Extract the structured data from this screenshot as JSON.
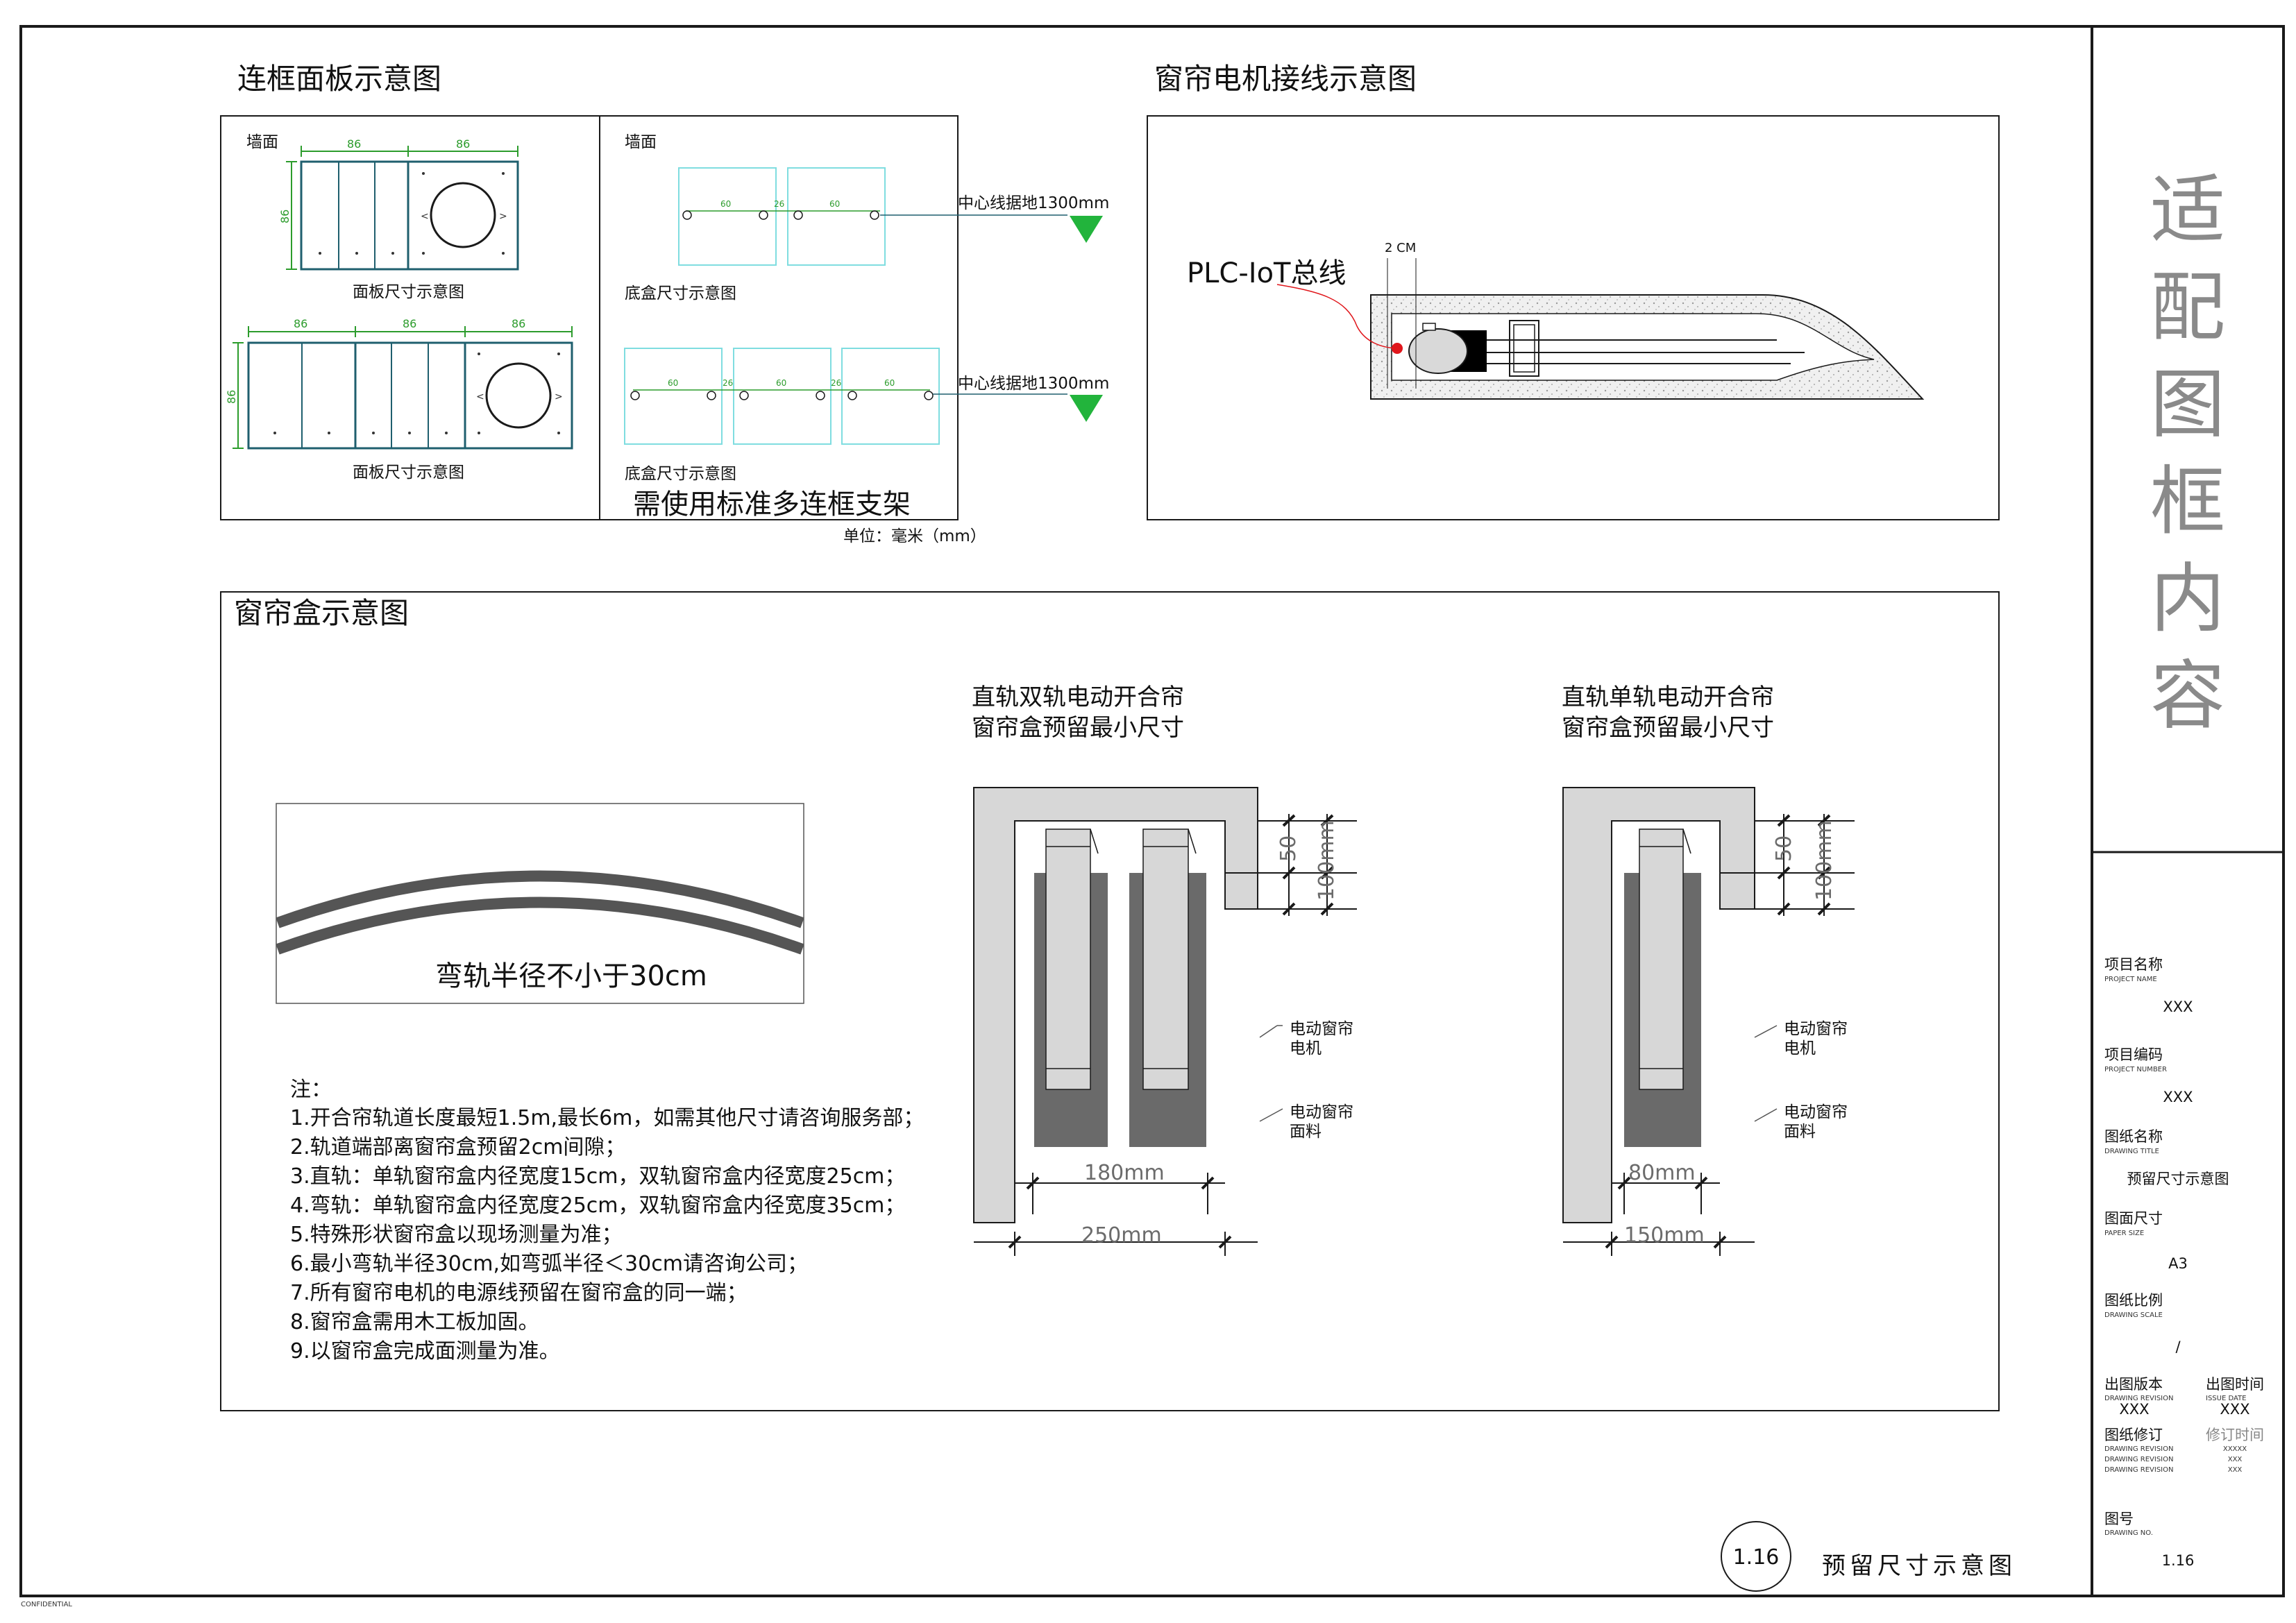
{
  "panel_section": {
    "title": "连框面板示意图",
    "wall_label_left": "墙面",
    "wall_label_right": "墙面",
    "dim_86": "86",
    "dim_60": "60",
    "dim_26": "26",
    "panel_caption": "面板尺寸示意图",
    "box_caption": "底盒尺寸示意图",
    "center_line": "中心线据地1300mm",
    "bracket_note": "需使用标准多连框支架",
    "unit_note": "单位：毫米（mm）"
  },
  "motor_section": {
    "title": "窗帘电机接线示意图",
    "bus_label": "PLC-IoT总线",
    "gap_label": "2 CM"
  },
  "box_section": {
    "title": "窗帘盒示意图",
    "curve_caption": "弯轨半径不小于30cm",
    "double_title_1": "直轨双轨电动开合帘",
    "double_title_2": "窗帘盒预留最小尺寸",
    "single_title_1": "直轨单轨电动开合帘",
    "single_title_2": "窗帘盒预留最小尺寸",
    "dim_50": "50",
    "dim_100": "100mm",
    "double_inner": "180mm",
    "double_outer": "250mm",
    "single_inner": "80mm",
    "single_outer": "150mm",
    "motor_label_1": "电动窗帘",
    "motor_label_2": "电机",
    "fabric_label_1": "电动窗帘",
    "fabric_label_2": "面料",
    "notes": [
      "注：",
      "1.开合帘轨道长度最短1.5m,最长6m，如需其他尺寸请咨询服务部；",
      "2.轨道端部离窗帘盒预留2cm间隙；",
      "3.直轨：单轨窗帘盒内径宽度15cm，双轨窗帘盒内径宽度25cm；",
      "4.弯轨：单轨窗帘盒内径宽度25cm，双轨窗帘盒内径宽度35cm；",
      "5.特殊形状窗帘盒以现场测量为准；",
      "6.最小弯轨半径30cm,如弯弧半径＜30cm请咨询公司；",
      "7.所有窗帘电机的电源线预留在窗帘盒的同一端；",
      "8.窗帘盒需用木工板加固。",
      "9.以窗帘盒完成面测量为准。"
    ]
  },
  "title_block": {
    "big_title": [
      "适",
      "配",
      "图",
      "框",
      "内",
      "容"
    ],
    "project_name_cn": "项目名称",
    "project_name_en": "PROJECT NAME",
    "project_name_val": "XXX",
    "project_number_cn": "项目编码",
    "project_number_en": "PROJECT NUMBER",
    "project_number_val": "XXX",
    "drawing_title_cn": "图纸名称",
    "drawing_title_en": "DRAWING TITLE",
    "drawing_title_val": "预留尺寸示意图",
    "paper_size_cn": "图面尺寸",
    "paper_size_en": "PAPER SIZE",
    "paper_size_val": "A3",
    "scale_cn": "图纸比例",
    "scale_en": "DRAWING SCALE",
    "scale_val": "/",
    "revision_cn": "出图版本",
    "revision_en": "DRAWING REVISION",
    "revision_val": "XXX",
    "issue_cn": "出图时间",
    "issue_en": "ISSUE DATE",
    "issue_val": "XXX",
    "modify_cn": "图纸修订",
    "modify_time_cn": "修订时间",
    "modify_rows_en": [
      "DRAWING REVISION",
      "DRAWING REVISION",
      "DRAWING REVISION"
    ],
    "modify_rows_val": [
      "XXXXX",
      "XXX",
      "XXX"
    ],
    "drawing_no_cn": "图号",
    "drawing_no_en": "DRAWING NO.",
    "drawing_no_val": "1.16"
  },
  "footer": {
    "sheet_number": "1.16",
    "sheet_title": "预留尺寸示意图",
    "confidential": "CONFIDENTIAL"
  },
  "colors": {
    "outline": "#1a1a1a",
    "panel_stroke": "#1f5f6e",
    "dimension": "#2c9c2c",
    "box_cyan": "#7fdde0",
    "triangle": "#22b43c",
    "gray_fill": "#d7d7d7",
    "dark_fill": "#6a6a6a",
    "red_dot": "#e0161b"
  }
}
